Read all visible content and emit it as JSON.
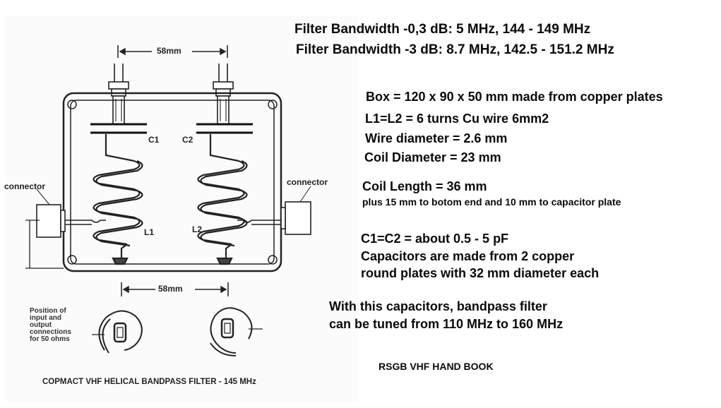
{
  "specs": {
    "bw03": "Filter Bandwidth -0,3 dB: 5 MHz, 144 - 149 MHz",
    "bw3": "Filter Bandwidth -3 dB: 8.7 MHz, 142.5 - 151.2 MHz",
    "box": "Box = 120 x 90 x 50 mm made from copper plates",
    "coils": "L1=L2 = 6 turns Cu wire 6mm2",
    "wire": "Wire diameter = 2.6 mm",
    "coil_diam": "Coil Diameter = 23 mm",
    "coil_len": "Coil Length = 36 mm",
    "coil_len_note": "plus 15 mm to botom end and 10 mm to capacitor plate",
    "caps": "C1=C2 = about 0.5 - 5 pF",
    "caps_note1": "Capacitors are made from 2 copper",
    "caps_note2": "round plates with 32 mm diameter each",
    "tuning1": "With this capacitors, bandpass filter",
    "tuning2": "can be tuned from 110 MHz to 160 MHz",
    "source": "RSGB VHF HAND BOOK"
  },
  "diagram": {
    "dim_top": "58mm",
    "dim_bottom": "58mm",
    "c1": "C1",
    "c2": "C2",
    "l1": "L1",
    "l2": "L2",
    "connector_left": "connector",
    "connector_right": "connector",
    "position_note": [
      "Position of",
      "input and",
      "output",
      "connections",
      "for 50 ohms"
    ],
    "caption": "COPMACT VHF HELICAL BANDPASS FILTER  - 145 MHz"
  }
}
